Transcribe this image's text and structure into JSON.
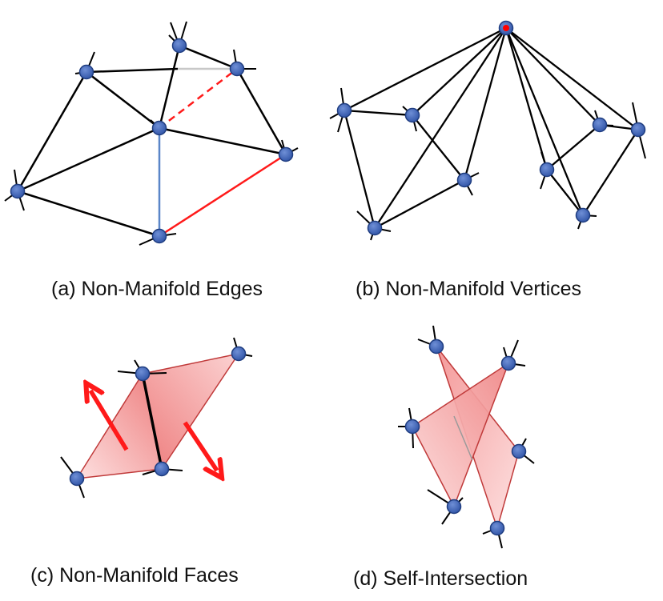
{
  "captions": {
    "a": "(a) Non-Manifold Edges",
    "b": "(b) Non-Manifold Vertices",
    "c": "(c) Non-Manifold Faces",
    "d": "(d) Self-Intersection"
  },
  "colors": {
    "background": "#ffffff",
    "edge": "#000000",
    "non_manifold_edge": "#ff1a1a",
    "shared_edge": "#5b86c8",
    "faint_edge": "#c8c8c8",
    "vertex_fill": "#3f63b5",
    "vertex_stroke": "#1f3d80",
    "non_manifold_vertex": "#ff0000",
    "face_fill": "#f08a8a",
    "arrow": "#ff1a1a"
  },
  "icons": {
    "vertex": "circle-vertex-icon",
    "arrow": "normal-arrow-icon"
  }
}
